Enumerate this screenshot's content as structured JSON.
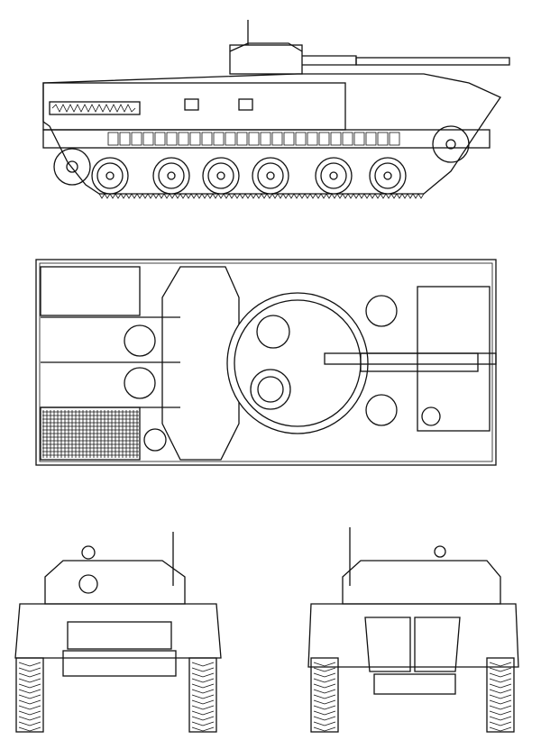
{
  "colors": {
    "line": "#111111",
    "background": "#ffffff"
  },
  "views": {
    "side": "side-view",
    "top": "top-view",
    "front": "front-view",
    "rear": "rear-view"
  }
}
